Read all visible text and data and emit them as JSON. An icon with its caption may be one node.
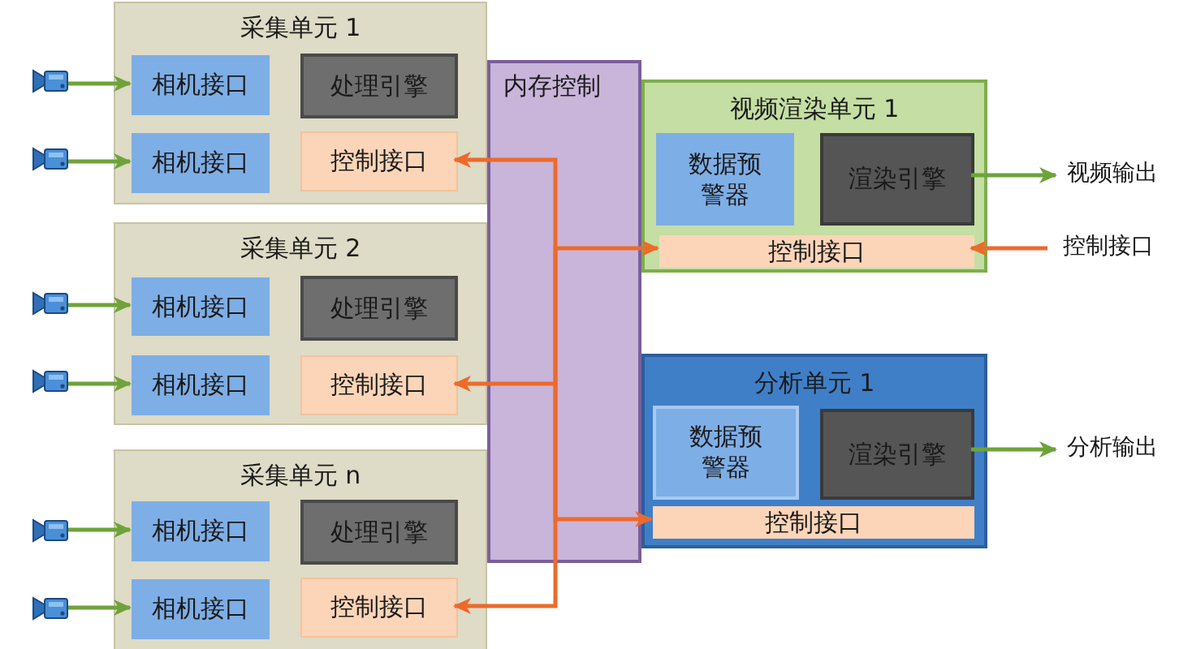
{
  "diagram": {
    "nodes": [
      {
        "text": [
          "采集单元 1"
        ]
      },
      {
        "text": [
          "相机接口"
        ],
        "in": 0
      },
      {
        "text": [
          "处理引擎"
        ],
        "in": 0
      },
      {
        "text": [
          "相机接口"
        ],
        "in": 0
      },
      {
        "text": [
          "控制接口"
        ],
        "in": 0
      },
      {
        "text": [
          "采集单元 2"
        ]
      },
      {
        "text": [
          "相机接口"
        ],
        "in": 5
      },
      {
        "text": [
          "处理引擎"
        ],
        "in": 5
      },
      {
        "text": [
          "相机接口"
        ],
        "in": 5
      },
      {
        "text": [
          "控制接口"
        ],
        "in": 5
      },
      {
        "text": [
          "采集单元 n"
        ]
      },
      {
        "text": [
          "相机接口"
        ],
        "in": 10
      },
      {
        "text": [
          "处理引擎"
        ],
        "in": 10
      },
      {
        "text": [
          "相机接口"
        ],
        "in": 10
      },
      {
        "text": [
          "控制接口"
        ],
        "in": 10
      },
      {
        "text": [
          "内存控制"
        ]
      },
      {
        "text": [
          "视频渲染单元 1"
        ]
      },
      {
        "text": [
          "数据预警器"
        ],
        "in": 16
      },
      {
        "text": [
          "渲染引擎"
        ],
        "in": 16
      },
      {
        "text": [
          "控制接口"
        ],
        "in": 16
      },
      {
        "text": [
          "分析单元 1"
        ]
      },
      {
        "text": [
          "数据预警器"
        ],
        "in": 20
      },
      {
        "text": [
          "渲染引擎"
        ],
        "in": 20
      },
      {
        "text": [
          "控制接口"
        ],
        "in": 20
      },
      {
        "text": [
          "视频输出"
        ]
      },
      {
        "text": [
          "控制接口"
        ]
      },
      {
        "text": [
          "分析输出"
        ]
      },
      {
        "text": [],
        "shape": "picture"
      },
      {
        "text": [],
        "shape": "picture"
      },
      {
        "text": [],
        "shape": "picture"
      },
      {
        "text": [],
        "shape": "picture"
      },
      {
        "text": [],
        "shape": "picture"
      },
      {
        "text": [],
        "shape": "picture"
      }
    ],
    "edges": [
      {
        "from": 27,
        "to": 1,
        "arrow": "to"
      },
      {
        "from": 28,
        "to": 3,
        "arrow": "to"
      },
      {
        "from": 29,
        "to": 6,
        "arrow": "to"
      },
      {
        "from": 30,
        "to": 8,
        "arrow": "to"
      },
      {
        "from": 31,
        "to": 11,
        "arrow": "to"
      },
      {
        "from": 32,
        "to": 13,
        "arrow": "to"
      },
      {
        "from": 15,
        "to": 4,
        "arrow": "to",
        "color": "#ed6a2a"
      },
      {
        "from": 15,
        "to": 9,
        "arrow": "to",
        "color": "#ed6a2a"
      },
      {
        "from": 15,
        "to": 14,
        "arrow": "to",
        "color": "#ed6a2a"
      },
      {
        "from": 15,
        "to": 19,
        "arrow": "to",
        "color": "#ed6a2a"
      },
      {
        "from": 15,
        "to": 23,
        "arrow": "to",
        "color": "#ed6a2a"
      },
      {
        "from": 25,
        "to": 19,
        "arrow": "to",
        "color": "#ed6a2a"
      },
      {
        "from": 18,
        "to": 24,
        "arrow": "to"
      },
      {
        "from": 22,
        "to": 26,
        "arrow": "to"
      }
    ]
  }
}
